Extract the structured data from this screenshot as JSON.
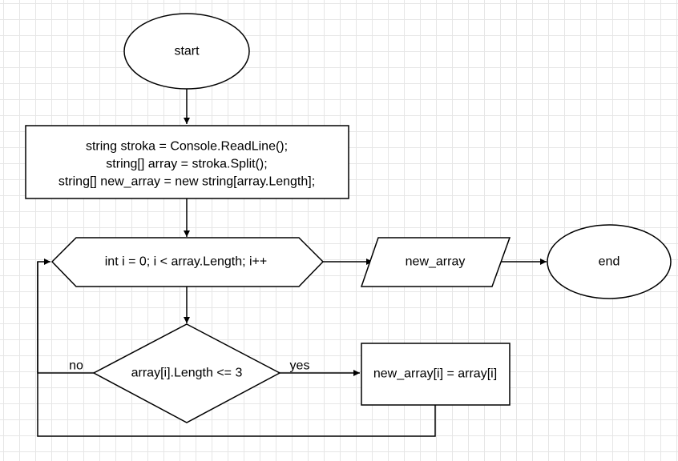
{
  "nodes": {
    "start": "start",
    "init_line1": "string stroka = Console.ReadLine();",
    "init_line2": "string[] array = stroka.Split();",
    "init_line3": "string[] new_array = new string[array.Length];",
    "loop": "int i = 0; i < array.Length; i++",
    "output": "new_array",
    "end": "end",
    "condition": "array[i].Length <= 3",
    "assign": "new_array[i] = array[i]"
  },
  "edges": {
    "no_label": "no",
    "yes_label": "yes"
  }
}
